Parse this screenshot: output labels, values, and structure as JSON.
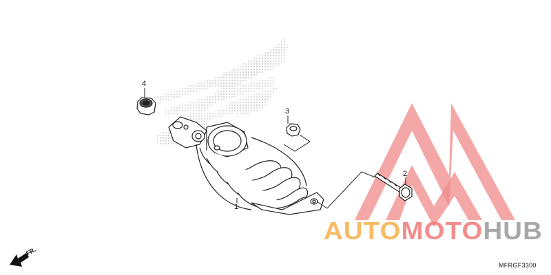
{
  "diagram": {
    "callouts": [
      {
        "id": "1",
        "label": "1"
      },
      {
        "id": "2",
        "label": "2"
      },
      {
        "id": "3",
        "label": "3"
      },
      {
        "id": "4",
        "label": "4"
      }
    ],
    "direction_label": "FR.",
    "diagram_code": "MFRGF3300"
  },
  "watermark": {
    "text_part1": "AUTOMOTO",
    "text_part2": "HUB",
    "colors": {
      "triangle": "#f08a8a",
      "part1": "#f6b04a",
      "moto": "#f07a7a",
      "part2": "#9a9a9a"
    }
  }
}
